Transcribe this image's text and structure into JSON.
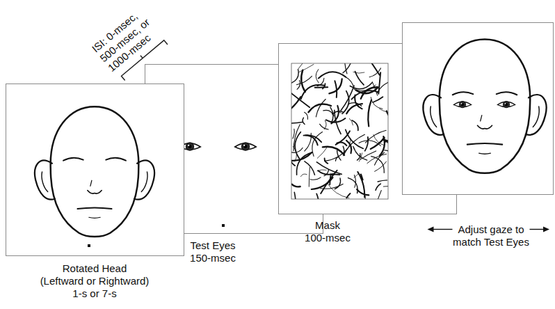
{
  "diagram": {
    "nodes": [
      {
        "text": [
          "Rotated Head",
          "(Leftward or Rightward)",
          "1-s or 7-s"
        ]
      },
      {
        "text": [
          "Test Eyes",
          "150-msec"
        ]
      },
      {
        "text": [
          "Mask",
          "100-msec"
        ]
      },
      {
        "text": [
          "Adjust gaze to match Test Eyes"
        ]
      }
    ],
    "labels": [
      "ISI: 0-msec, 500-msec, or 1000-msec"
    ]
  }
}
